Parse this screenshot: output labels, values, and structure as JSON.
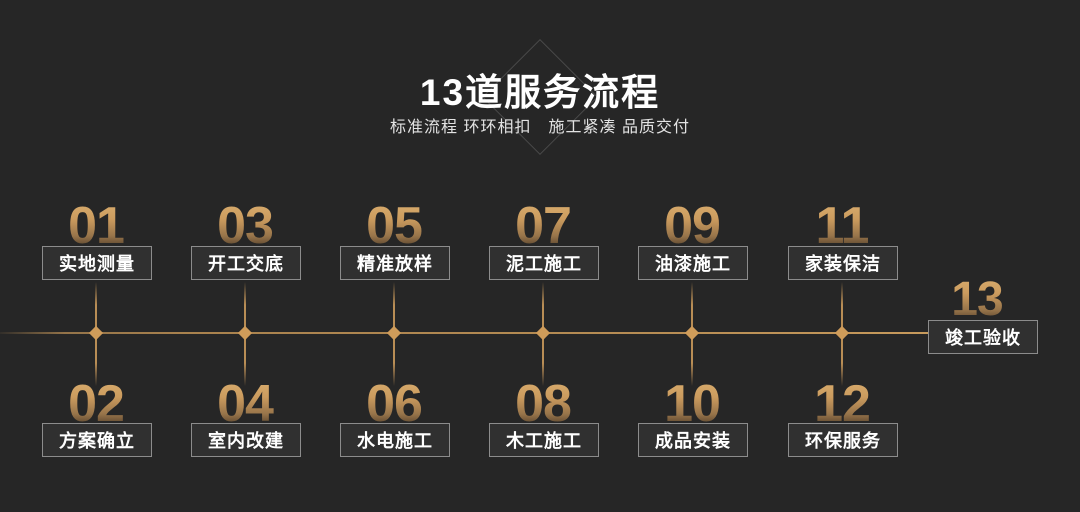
{
  "page": {
    "background_color": "#262626"
  },
  "header": {
    "title": "13道服务流程",
    "subtitle": "标准流程 环环相扣　施工紧凑 品质交付"
  },
  "timeline": {
    "line_color": "#b78d54",
    "marker_color": "#cf9c5a",
    "number_gold_color": "#cb9b5e",
    "marker_shape": "diamond"
  },
  "steps": [
    {
      "num": "01",
      "label": "实地测量"
    },
    {
      "num": "02",
      "label": "方案确立"
    },
    {
      "num": "03",
      "label": "开工交底"
    },
    {
      "num": "04",
      "label": "室内改建"
    },
    {
      "num": "05",
      "label": "精准放样"
    },
    {
      "num": "06",
      "label": "水电施工"
    },
    {
      "num": "07",
      "label": "泥工施工"
    },
    {
      "num": "08",
      "label": "木工施工"
    },
    {
      "num": "09",
      "label": "油漆施工"
    },
    {
      "num": "10",
      "label": "成品安装"
    },
    {
      "num": "11",
      "label": "家装保洁"
    },
    {
      "num": "12",
      "label": "环保服务"
    },
    {
      "num": "13",
      "label": "竣工验收"
    }
  ]
}
